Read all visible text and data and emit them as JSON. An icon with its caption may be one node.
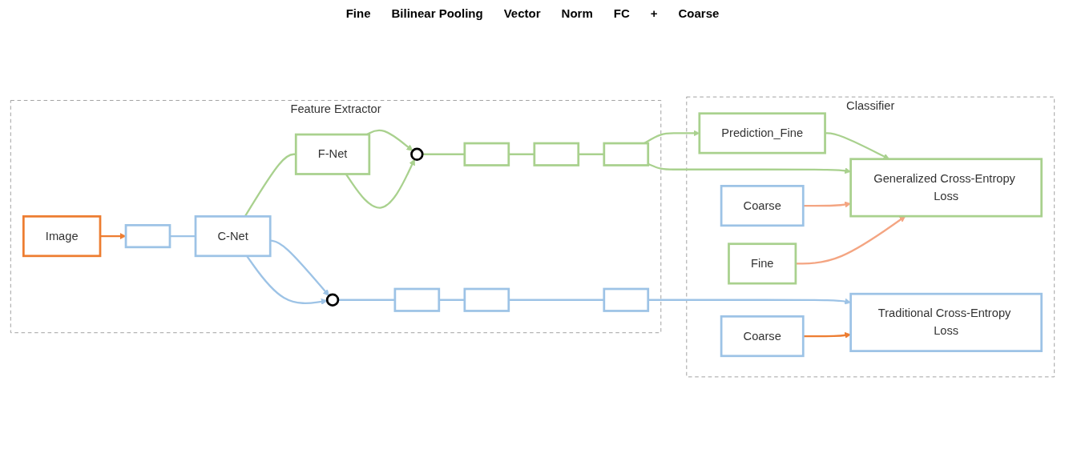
{
  "diagram": {
    "nodes": [
      {
        "text": [
          "Feature Extractor"
        ]
      },
      {
        "text": [
          "Image"
        ],
        "in": 0
      },
      {
        "text": [],
        "shape": "bar",
        "in": 0
      },
      {
        "text": [
          "C-Net"
        ],
        "in": 0
      },
      {
        "text": [
          "F-Net"
        ],
        "in": 0
      },
      {
        "text": [],
        "shape": "circle",
        "in": 0
      },
      {
        "text": [],
        "shape": "circle",
        "in": 0
      },
      {
        "text": [],
        "shape": "bar",
        "in": 0
      },
      {
        "text": [],
        "shape": "bar",
        "in": 0
      },
      {
        "text": [],
        "shape": "bar",
        "in": 0
      },
      {
        "text": [],
        "shape": "bar",
        "in": 0
      },
      {
        "text": [],
        "shape": "bar",
        "in": 0
      },
      {
        "text": [],
        "shape": "bar",
        "in": 0
      },
      {
        "text": [
          "Classifier"
        ]
      },
      {
        "text": [
          "Prediction_Fine"
        ],
        "in": 13
      },
      {
        "text": [
          "Generalized Cross-Entropy Loss"
        ],
        "in": 13
      },
      {
        "text": [
          "Traditional Cross-Entropy Loss"
        ],
        "in": 13
      },
      {
        "text": [
          "Coarse"
        ],
        "in": 13
      },
      {
        "text": [
          "Fine"
        ],
        "in": 13
      },
      {
        "text": [
          "Coarse"
        ],
        "in": 13
      }
    ],
    "edges": [
      {
        "from": 1,
        "to": 2,
        "arrow": "to",
        "color": "#ed7d31"
      },
      {
        "from": 2,
        "to": 3,
        "arrow": "none",
        "color": "#9dc3e6"
      },
      {
        "from": 3,
        "to": 4,
        "arrow": "none"
      },
      {
        "from": 4,
        "to": 5,
        "arrow": "to"
      },
      {
        "from": 4,
        "to": 5,
        "arrow": "to"
      },
      {
        "from": 3,
        "to": 6,
        "arrow": "to",
        "color": "#9dc3e6"
      },
      {
        "from": 3,
        "to": 6,
        "arrow": "to",
        "color": "#9dc3e6"
      },
      {
        "from": 5,
        "to": 7,
        "arrow": "none"
      },
      {
        "from": 7,
        "to": 8,
        "arrow": "none"
      },
      {
        "from": 8,
        "to": 9,
        "arrow": "none"
      },
      {
        "from": 6,
        "to": 10,
        "arrow": "none",
        "color": "#9dc3e6"
      },
      {
        "from": 10,
        "to": 11,
        "arrow": "none",
        "color": "#9dc3e6"
      },
      {
        "from": 11,
        "to": 12,
        "arrow": "none",
        "color": "#9dc3e6"
      },
      {
        "from": 9,
        "to": 14,
        "arrow": "to"
      },
      {
        "from": 14,
        "to": 15,
        "arrow": "to"
      },
      {
        "from": 9,
        "to": 15,
        "arrow": "to"
      },
      {
        "from": 12,
        "to": 16,
        "arrow": "to",
        "color": "#9dc3e6"
      },
      {
        "from": 17,
        "to": 15,
        "arrow": "to",
        "color": "#f4a582"
      },
      {
        "from": 18,
        "to": 15,
        "arrow": "to",
        "color": "#f4a582"
      },
      {
        "from": 19,
        "to": 16,
        "arrow": "to",
        "color": "#ed7d31"
      }
    ],
    "labels": [
      "Fine",
      "Bilinear Pooling",
      "Vector",
      "Norm",
      "FC",
      "+",
      "Coarse"
    ]
  }
}
